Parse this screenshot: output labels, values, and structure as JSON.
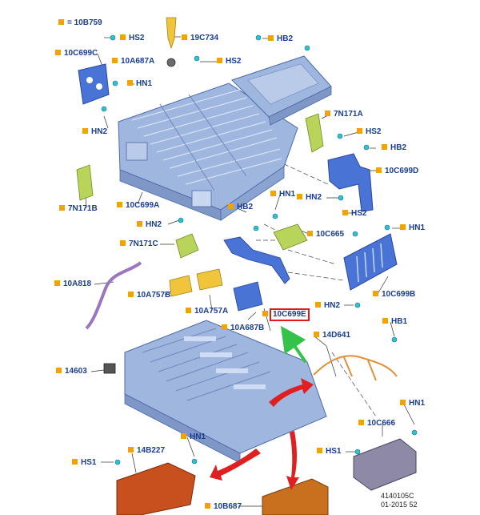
{
  "legend": {
    "text": "= 10B759"
  },
  "labels": {
    "hs2_a": "HS2",
    "c19c734": "19C734",
    "hb2_a": "HB2",
    "c10c699c": "10C699C",
    "c10a687a": "10A687A",
    "hs2_b": "HS2",
    "hn1_a": "HN1",
    "c7n171a": "7N171A",
    "hn2_a": "HN2",
    "hs2_c": "HS2",
    "hb2_b": "HB2",
    "c10c699d": "10C699D",
    "c7n171b": "7N171B",
    "c10c699a": "10C699A",
    "hn1_b": "HN1",
    "hn2_b": "HN2",
    "hb2_c": "HB2",
    "hs2_d": "HS2",
    "hn2_c": "HN2",
    "c10c665": "10C665",
    "hn1_c": "HN1",
    "c7n171c": "7N171C",
    "c10a818": "10A818",
    "c10a757b": "10A757B",
    "c10a757a": "10A757A",
    "hn2_d": "HN2",
    "c10c699b": "10C699B",
    "c10c699e": "10C699E",
    "c10a687b": "10A687B",
    "c14d641": "14D641",
    "hb1": "HB1",
    "c14603": "14603",
    "hn1_d": "HN1",
    "c10c666": "10C666",
    "c14b227": "14B227",
    "hn1_e": "HN1",
    "hs1_a": "HS1",
    "hs1_b": "HS1",
    "c10b687": "10B687"
  },
  "ref": {
    "line1": "4140105C",
    "line2": "01-2015 52"
  },
  "colors": {
    "label_text": "#1a3d8f",
    "label_marker": "#f2a300",
    "tray_blue": "#9fb6df",
    "bracket_blue": "#4a73d6",
    "part_yellow_green": "#b9d45a",
    "part_yellow": "#f0c53c",
    "part_orange": "#c8501e",
    "module_gray": "#8e8aa6",
    "highlight_red": "#e01a1a",
    "arrow_red": "#e02020",
    "arrow_green": "#33c24a",
    "fastener_cyan": "#30c0d0"
  }
}
